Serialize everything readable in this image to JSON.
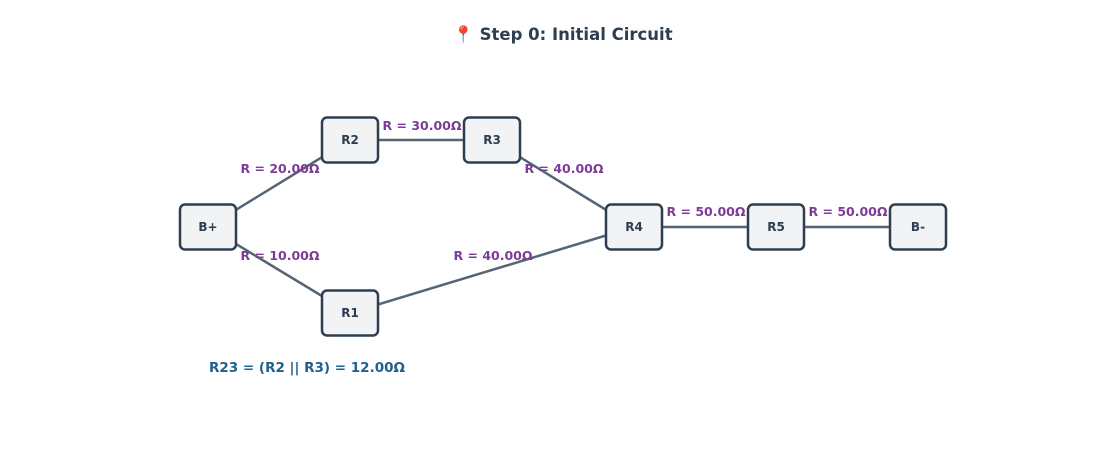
{
  "title": "📍 Step 0: Initial Circuit",
  "nodes": [
    {
      "id": "B+",
      "label": "B+"
    },
    {
      "id": "R2",
      "label": "R2"
    },
    {
      "id": "R3",
      "label": "R3"
    },
    {
      "id": "R1",
      "label": "R1"
    },
    {
      "id": "R4",
      "label": "R4"
    },
    {
      "id": "R5",
      "label": "R5"
    },
    {
      "id": "B-",
      "label": "B-"
    }
  ],
  "edges": [
    {
      "from": "B+",
      "to": "R2",
      "label": "R = 20.00Ω"
    },
    {
      "from": "R2",
      "to": "R3",
      "label": "R = 30.00Ω"
    },
    {
      "from": "R3",
      "to": "R4",
      "label": "R = 40.00Ω"
    },
    {
      "from": "B+",
      "to": "R1",
      "label": "R = 10.00Ω"
    },
    {
      "from": "R1",
      "to": "R4",
      "label": "R = 40.00Ω"
    },
    {
      "from": "R4",
      "to": "R5",
      "label": "R = 50.00Ω"
    },
    {
      "from": "R5",
      "to": "B-",
      "label": "R = 50.00Ω"
    }
  ],
  "note": "R23 = (R2 || R3) = 12.00Ω",
  "colors": {
    "node_fill": "#f2f3f4",
    "node_border": "#2c3e50",
    "edge": "#566573",
    "edge_label": "#7d3c98",
    "note": "#1f618d",
    "title": "#2c3e50"
  }
}
